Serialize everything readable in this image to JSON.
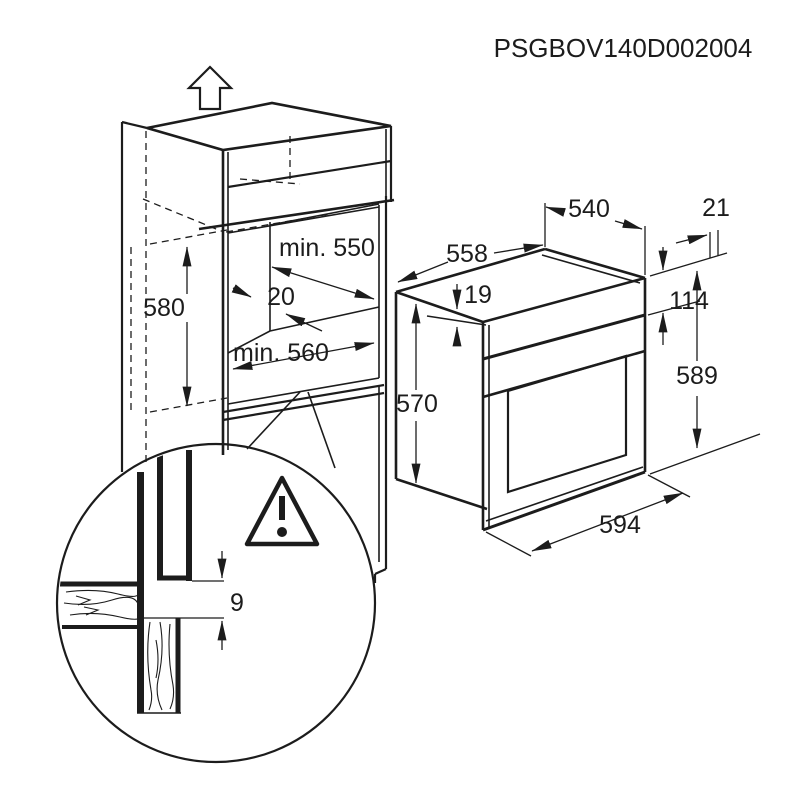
{
  "drawing": {
    "part_number": "PSGBOV140D002004",
    "colors": {
      "line": "#1c1c1c",
      "background": "#ffffff"
    },
    "icons": [
      "up-arrow-icon",
      "warning-triangle-icon"
    ],
    "cabinet": {
      "niche_height": "580",
      "niche_depth": "min. 550",
      "rear_gap": "20",
      "niche_width": "min. 560"
    },
    "oven": {
      "body_width": "558",
      "body_depth": "540",
      "front_overhang": "21",
      "top_clearance": "19",
      "control_panel_height": "114",
      "body_height": "570",
      "front_height": "589",
      "front_width": "594"
    },
    "detail": {
      "bottom_gap": "9"
    }
  }
}
